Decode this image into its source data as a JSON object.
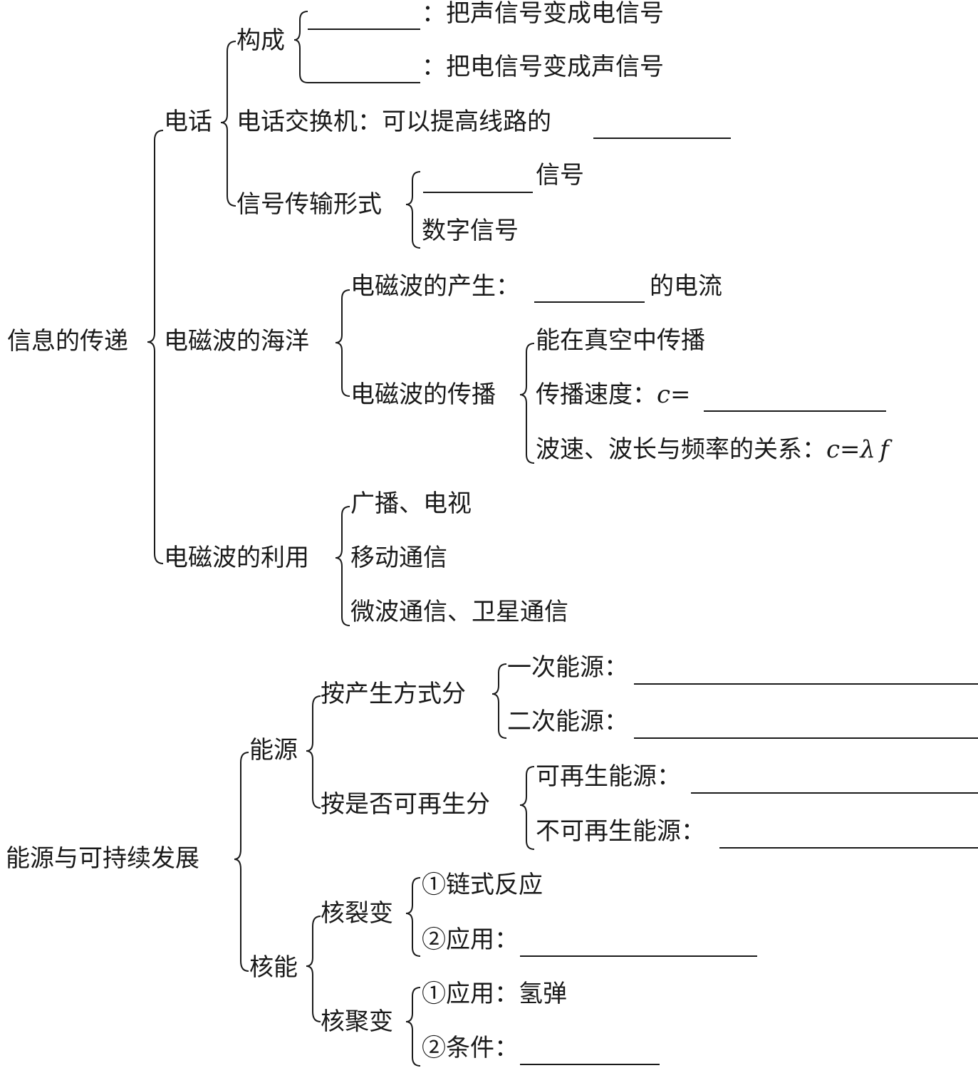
{
  "info": {
    "root": "信息的传递",
    "phone": {
      "label": "电话",
      "structure": {
        "label": "构成",
        "item1_text": "：把声信号变成电信号",
        "item2_text": "：把电信号变成声信号"
      },
      "exchange_text": "电话交换机：可以提高线路的",
      "signal": {
        "label": "信号传输形式",
        "item1_text": "信号",
        "item2_text": "数字信号"
      }
    },
    "em_ocean": {
      "label": "电磁波的海洋",
      "production": {
        "text1": "电磁波的产生：",
        "text2": "的电流"
      },
      "propagation": {
        "label": "电磁波的传播",
        "vacuum": "能在真空中传播",
        "speed_text": "传播速度：",
        "speed_c": "c",
        "speed_eq": "=",
        "relation_text": "波速、波长与频率的关系：",
        "relation_c": "c",
        "relation_eq": "=",
        "relation_lambda": "λ",
        "relation_f": "f"
      }
    },
    "em_use": {
      "label": "电磁波的利用",
      "items": [
        "广播、电视",
        "移动通信",
        "微波通信、卫星通信"
      ]
    }
  },
  "energy": {
    "root": "能源与可持续发展",
    "source": {
      "label": "能源",
      "by_production": {
        "label": "按产生方式分",
        "primary": "一次能源：",
        "secondary": "二次能源："
      },
      "by_renewable": {
        "label": "按是否可再生分",
        "renewable": "可再生能源：",
        "nonrenewable": "不可再生能源："
      }
    },
    "nuclear": {
      "label": "核能",
      "fission": {
        "label": "核裂变",
        "item1": "①链式反应",
        "item2": "②应用："
      },
      "fusion": {
        "label": "核聚变",
        "item1": "①应用：氢弹",
        "item2": "②条件："
      }
    }
  }
}
